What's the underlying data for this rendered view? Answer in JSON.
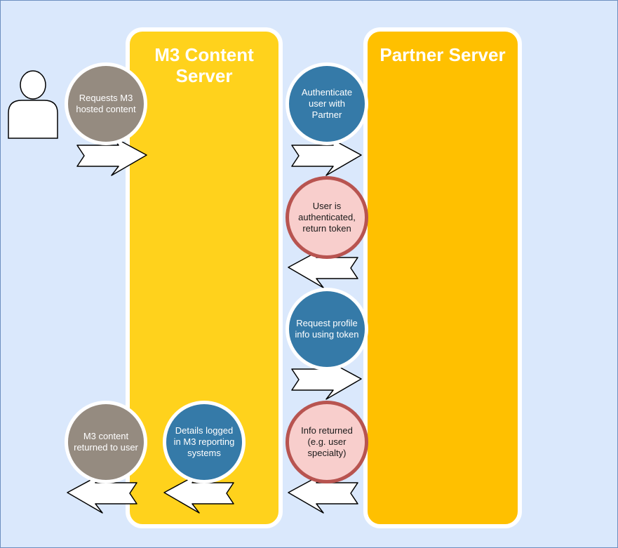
{
  "lanes": {
    "m3_title": "M3 Content Server",
    "partner_title": "Partner Server"
  },
  "steps": {
    "requests": "Requests M3 hosted content",
    "authenticate": "Authenticate user with Partner",
    "authenticated": "User is authenticated, return token",
    "request_profile": "Request profile info using token",
    "info_returned": "Info returned (e.g. user specialty)",
    "details_logged": "Details logged in M3 reporting systems",
    "content_returned": "M3 content returned to user"
  },
  "icons": {
    "user": "user-icon",
    "arrow_right": "arrow-right-icon",
    "arrow_left": "arrow-left-icon"
  },
  "colors": {
    "background": "#dae8fc",
    "m3_lane": "#ffd21c",
    "partner_lane": "#ffc000",
    "blue_step": "#357aa8",
    "grey_step": "#958b80",
    "pink_step": "#f8cecc",
    "pink_border": "#b85450"
  }
}
